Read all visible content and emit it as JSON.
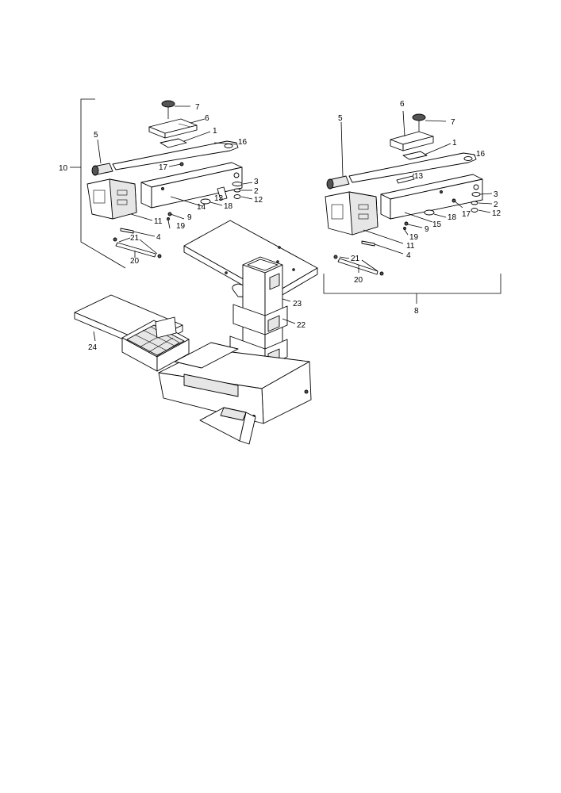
{
  "callouts": {
    "n1a": "1",
    "n3a": "3",
    "n2a": "2",
    "n4a": "4",
    "n5a": "5",
    "n6a": "6",
    "n7a": "7",
    "n9a": "9",
    "n10": "10",
    "n11a": "11",
    "n12a": "12",
    "n13a": "13",
    "n14": "14",
    "n16a": "16",
    "n17a": "17",
    "n18a": "18",
    "n19a": "19",
    "n20a": "20",
    "n21a": "21",
    "n5b": "5",
    "n6b": "6",
    "n7b": "7",
    "n1b": "1",
    "n16b": "16",
    "n13b": "13",
    "n3b": "3",
    "n2b": "2",
    "n12b": "12",
    "n17b": "17",
    "n18b": "18",
    "n15": "15",
    "n9b": "9",
    "n19b": "19",
    "n11b": "11",
    "n4b": "4",
    "n21b": "21",
    "n20b": "20",
    "n8": "8",
    "n23": "23",
    "n22": "22",
    "n24": "24"
  }
}
